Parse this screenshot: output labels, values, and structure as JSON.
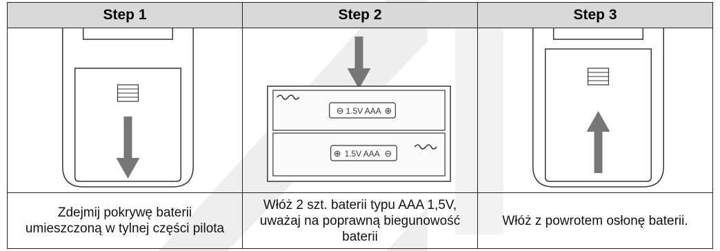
{
  "steps": [
    {
      "title": "Step 1",
      "caption": "Zdejmij pokrywę baterii umieszczoną w tylnej części pilota",
      "arrow": "down-arrow"
    },
    {
      "title": "Step 2",
      "caption": "Włóż 2 szt. baterii typu AAA 1,5V, uważaj na poprawną biegunowość baterii",
      "arrow": "down-arrow",
      "battery_top_label": "1.5V AAA",
      "battery_bottom_label": "1.5V AAA"
    },
    {
      "title": "Step 3",
      "caption": "Włóż z powrotem osłonę baterii.",
      "arrow": "up-arrow"
    }
  ],
  "colors": {
    "header_bg": "#d9d9d9",
    "border": "#222222",
    "arrow": "#777777",
    "watermark": "#e6e6e6"
  }
}
